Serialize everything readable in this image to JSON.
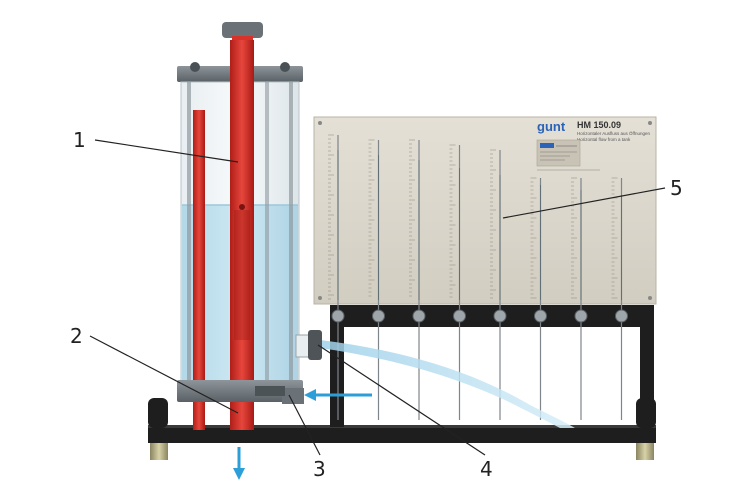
{
  "callouts": [
    {
      "id": "1",
      "label": "1"
    },
    {
      "id": "2",
      "label": "2"
    },
    {
      "id": "3",
      "label": "3"
    },
    {
      "id": "4",
      "label": "4"
    },
    {
      "id": "5",
      "label": "5"
    }
  ],
  "panel": {
    "brand": "gunt",
    "model": "HM 150.09",
    "subtitle_de": "Horizontaler Ausfluss aus Öffnungen",
    "subtitle_en": "Horizontal flow from a tank"
  },
  "colors": {
    "water": "#bfe0ee",
    "rod": "#d8322a",
    "frame": "#1e1e1e",
    "panel": "#d9d4c9",
    "arrow": "#2d9fd8",
    "jet": "#a9d7ee"
  },
  "tube_count": 8
}
